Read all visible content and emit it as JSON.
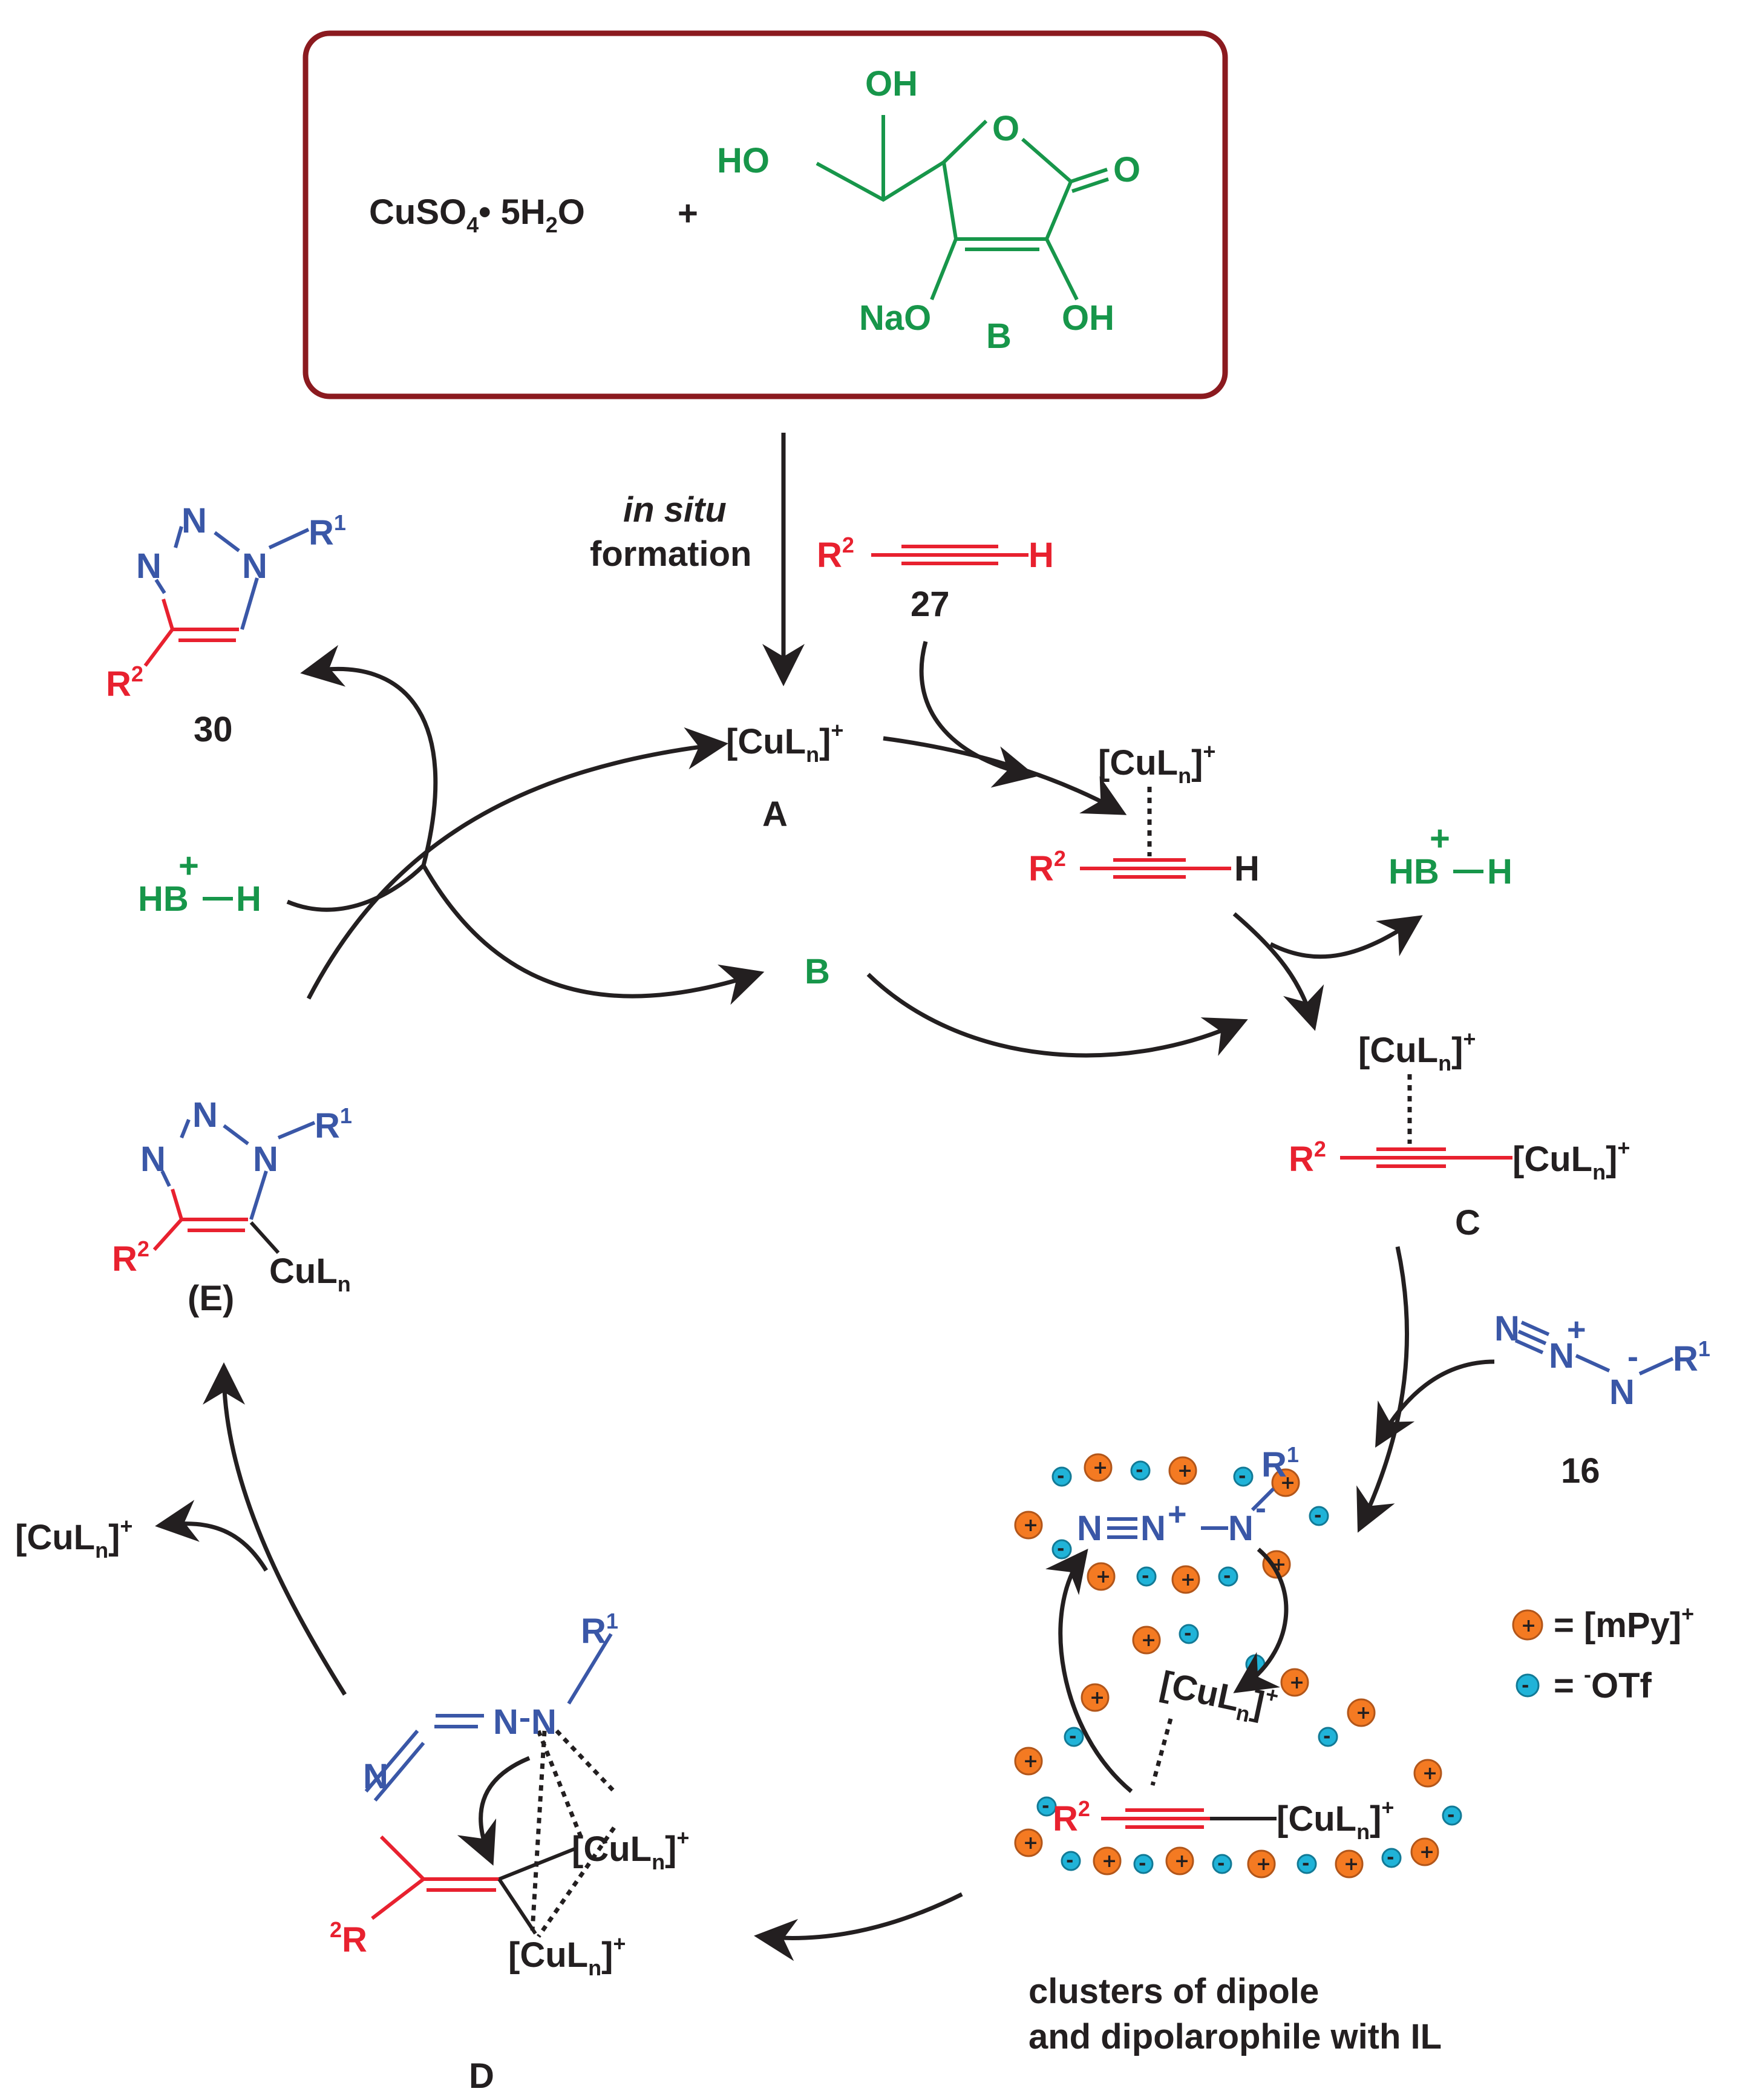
{
  "reagents": {
    "copper_salt_main": "CuSO",
    "copper_salt_sub": "4",
    "copper_salt_rest": "• 5H",
    "copper_salt_sub2": "2",
    "copper_salt_end": "O",
    "plus": "+",
    "ascorbate_oh_top": "OH",
    "ascorbate_ho": "HO",
    "ascorbate_ring_o": "O",
    "ascorbate_carbonyl_o": "O",
    "ascorbate_nao": "NaO",
    "ascorbate_oh_right": "OH",
    "ascorbate_label": "B"
  },
  "arrow_label": {
    "line1": "in situ",
    "line2": "formation"
  },
  "alkyne_27": {
    "r": "R",
    "r_sup": "2",
    "h": "H",
    "label": "27"
  },
  "product_30": {
    "n1": "N",
    "n2": "N",
    "n3": "N",
    "r1": "R",
    "r1_sup": "1",
    "r2": "R",
    "r2_sup": "2",
    "label": "30"
  },
  "species_A": {
    "formula": "[CuL",
    "sub": "n",
    "close": "]",
    "charge": "+",
    "label": "A"
  },
  "pi_complex": {
    "cu": "[CuL",
    "sub": "n",
    "close": "]",
    "charge": "+",
    "r": "R",
    "r_sup": "2",
    "h": "H"
  },
  "hbh_left": {
    "hb": "HB",
    "h": "H",
    "charge": "+"
  },
  "hbh_right": {
    "hb": "HB",
    "h": "H",
    "charge": "+"
  },
  "B_mid": "B",
  "species_C": {
    "cu": "[CuL",
    "sub": "n",
    "close": "]",
    "charge": "+",
    "r": "R",
    "r_sup": "2",
    "label": "C"
  },
  "species_E": {
    "n1": "N",
    "n2": "N",
    "n3": "N",
    "r1": "R",
    "r1_sup": "1",
    "r2": "R",
    "r2_sup": "2",
    "cu": "CuL",
    "cu_sub": "n",
    "label": "(E)"
  },
  "released_cu": {
    "formula": "[CuL",
    "sub": "n",
    "close": "]",
    "charge": "+"
  },
  "azide_16": {
    "n1": "N",
    "n2": "N",
    "n2_charge": "+",
    "n3": "N",
    "n3_charge": "-",
    "r": "R",
    "r_sup": "1",
    "label": "16"
  },
  "cluster": {
    "n1": "N",
    "n2": "N",
    "n2_charge": "+",
    "n3": "N",
    "n3_charge": "-",
    "r1": "R",
    "r1_sup": "1",
    "cu": "[CuL",
    "cu_sub": "n",
    "cu_close": "]",
    "cu_charge": "+",
    "r2": "R",
    "r2_sup": "2",
    "caption_line1": "clusters of dipole",
    "caption_line2": "and dipolarophile with IL"
  },
  "legend": {
    "cation": "= [mPy]",
    "cation_sup": "+",
    "anion_pre": "-",
    "anion": "OTf",
    "anion_eq": "= "
  },
  "species_D": {
    "n1": "N",
    "n2": "N",
    "n3": "N",
    "r1": "R",
    "r1_sup": "1",
    "r2_pre": "2",
    "r2": "R",
    "cu_a": "[CuL",
    "cu_a_sub": "n",
    "cu_a_close": "]",
    "cu_a_charge": "+",
    "cu_b": "[CuL",
    "cu_b_sub": "n",
    "cu_b_close": "]",
    "cu_b_charge": "+",
    "label": "D"
  },
  "colors": {
    "frame": "#8b1a1f",
    "ascorbate": "#17964a",
    "alkyne": "#e8212f",
    "azide": "#3a57a7",
    "cation": "#f47a22",
    "anion": "#20b3d8"
  }
}
